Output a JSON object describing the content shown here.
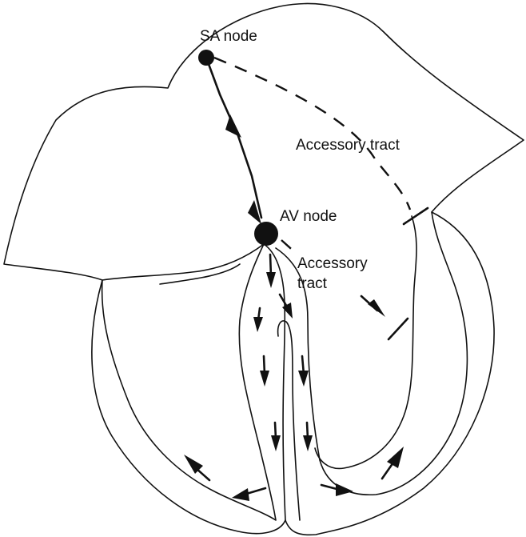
{
  "labels": {
    "sa_node": "SA node",
    "accessory_tract_atrial": "Accessory tract",
    "av_node": "AV node",
    "accessory_tract_ventricular_line1": "Accessory",
    "accessory_tract_ventricular_line2": "tract"
  }
}
